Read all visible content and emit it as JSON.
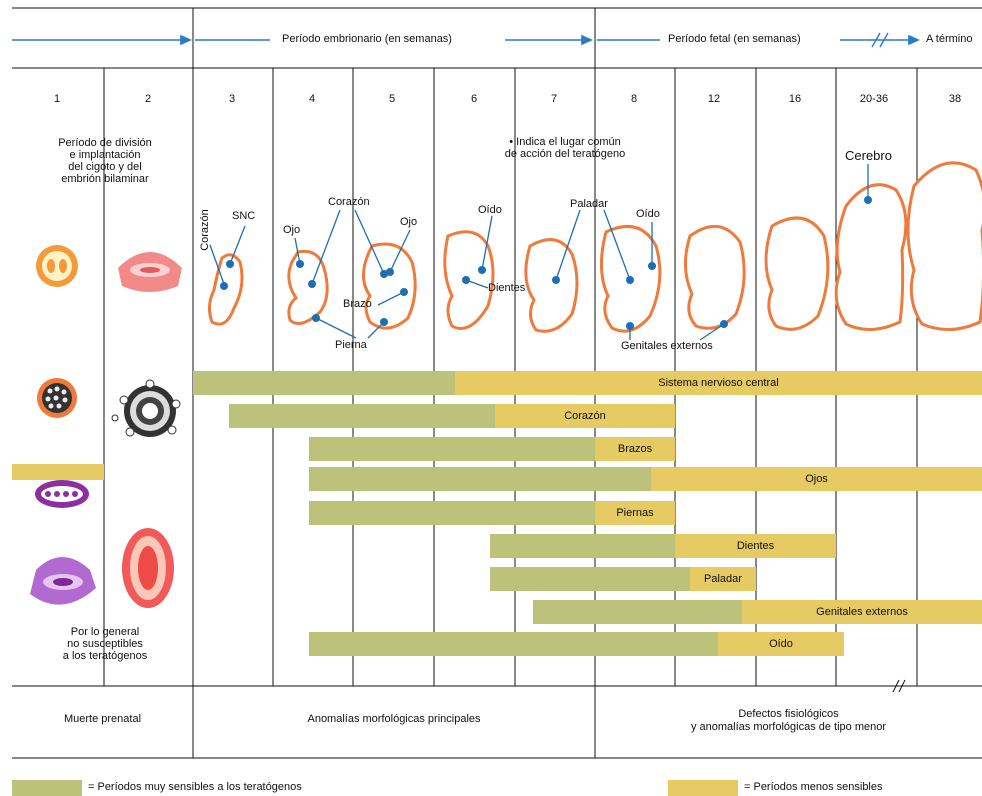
{
  "header": {
    "embryonic": "Período embrionario (en semanas)",
    "fetal": "Período fetal (en semanas)",
    "term": "A término"
  },
  "weeks": [
    "1",
    "2",
    "3",
    "4",
    "5",
    "6",
    "7",
    "8",
    "12",
    "16",
    "20-36",
    "38"
  ],
  "notes": {
    "division": "Período de división\ne implantación\ndel cigoto y del\nembrión bilaminar",
    "indicator": "• Indica el lugar común\nde acción del teratógeno",
    "not_susceptible": "Por lo general\nno susceptibles\na los teratógenos"
  },
  "structure_labels": {
    "corazon_v": "Corazón",
    "snc": "SNC",
    "ojo1": "Ojo",
    "corazon": "Corazón",
    "ojo2": "Ojo",
    "brazo": "Brazo",
    "pierna": "Pierna",
    "oido1": "Oído",
    "dientes": "Dientes",
    "paladar": "Paladar",
    "oido2": "Oído",
    "genitales": "Genitales externos",
    "cerebro": "Cerebro"
  },
  "bars": [
    {
      "label": "Sistema nervioso central",
      "start": 3,
      "sensitive_end": 6,
      "end": 38
    },
    {
      "label": "Corazón",
      "start": 3,
      "sensitive_end": 6,
      "end": 8
    },
    {
      "label": "Brazos",
      "start": 4,
      "sensitive_end": 8,
      "end": 8
    },
    {
      "label": "Ojos",
      "start": 4,
      "sensitive_end": 8,
      "end": 38
    },
    {
      "label": "Piernas",
      "start": 4,
      "sensitive_end": 8,
      "end": 8
    },
    {
      "label": "Dientes",
      "start": 6,
      "sensitive_end": 8,
      "end": 16
    },
    {
      "label": "Paladar",
      "start": 6,
      "sensitive_end": 8,
      "end": 12
    },
    {
      "label": "Genitales externos",
      "start": 7,
      "sensitive_end": 12,
      "end": 38
    },
    {
      "label": "Oído",
      "start": 4,
      "sensitive_end": 12,
      "end": 16
    }
  ],
  "footer": {
    "prenatal_death": "Muerte prenatal",
    "major": "Anomalías morfológicas principales",
    "minor": "Defectos fisiológicos\ny anomalías morfológicas de tipo menor"
  },
  "legend": {
    "very": "= Períodos muy sensibles a los teratógenos",
    "less": "= Períodos menos sensibles"
  },
  "colors": {
    "very_sensitive": "#bcc27a",
    "less_sensitive": "#e6ca63",
    "embryo": "#f07a3c",
    "marker": "#1c6fb5",
    "arrow": "#2a7cc7"
  }
}
